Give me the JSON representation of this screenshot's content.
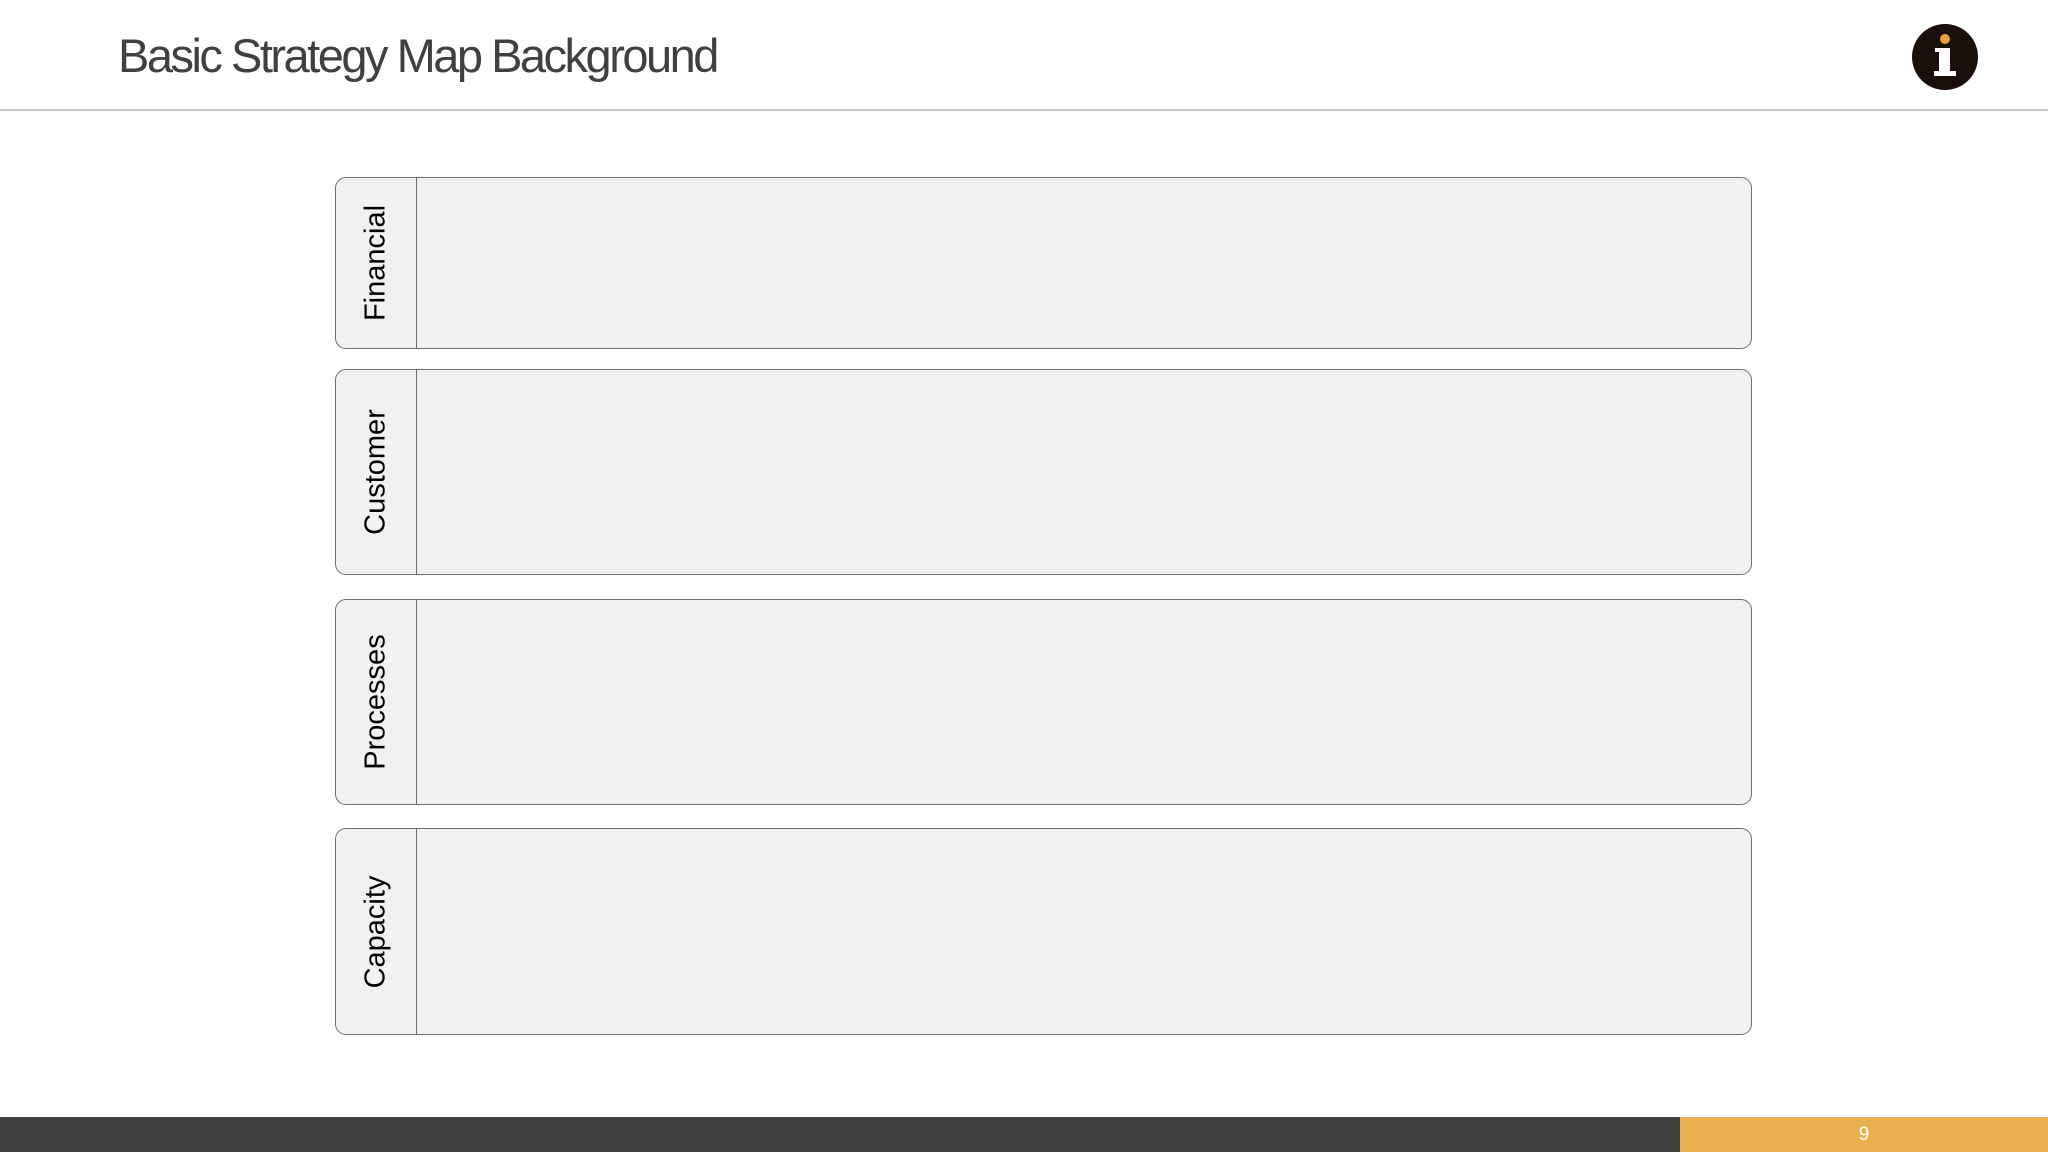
{
  "slide": {
    "title": "Basic Strategy Map Background",
    "page_number": "9"
  },
  "header": {
    "badge_icon": "info-icon"
  },
  "strategy_map": {
    "bands": [
      {
        "label": "Financial"
      },
      {
        "label": "Customer"
      },
      {
        "label": "Processes"
      },
      {
        "label": "Capacity"
      }
    ]
  },
  "colors": {
    "title_text": "#404040",
    "band_fill": "#f1f1f1",
    "band_border": "#6e6e6e",
    "footer_dark": "#404040",
    "footer_accent": "#e8b04f",
    "badge_dark": "#1a0f0a",
    "badge_dot": "#e8a33c"
  }
}
